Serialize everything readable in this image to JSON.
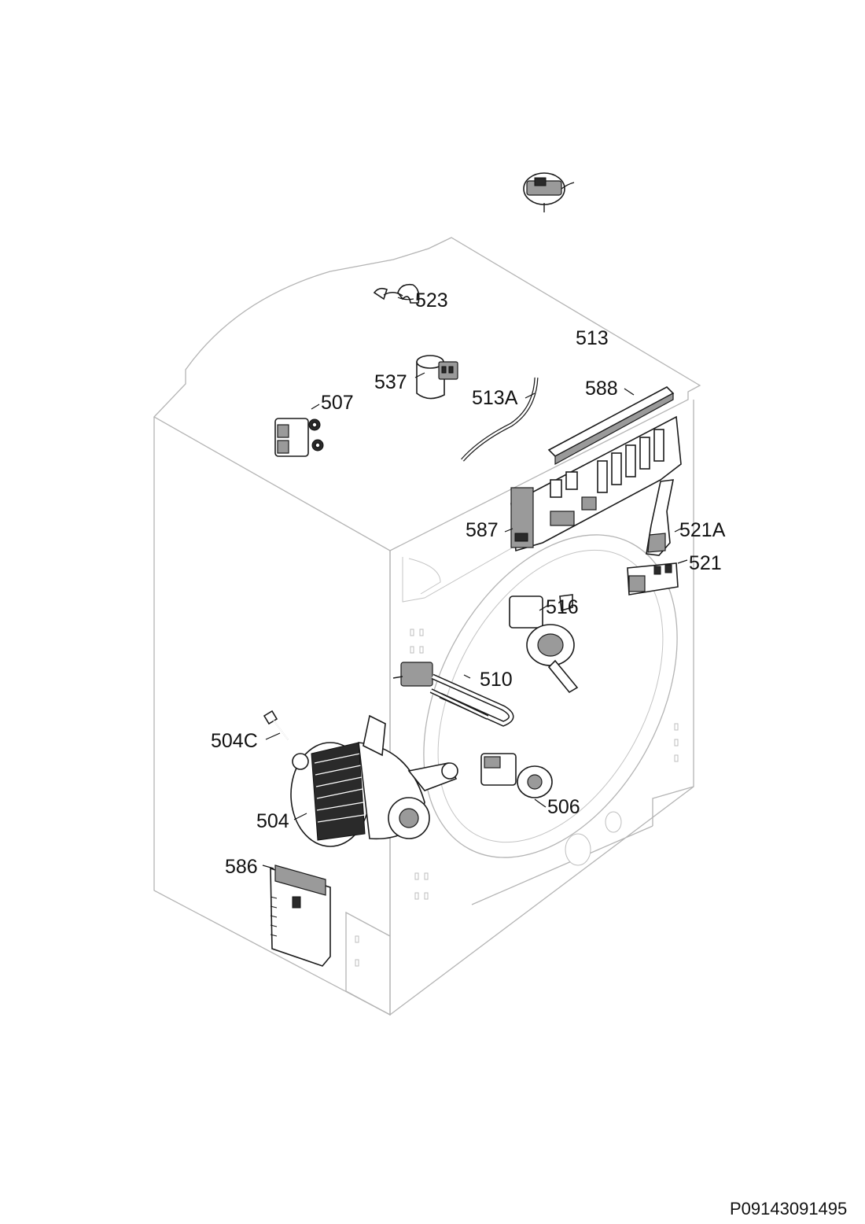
{
  "diagram": {
    "reference_code": "P09143091495",
    "parts": [
      {
        "id": "523",
        "label": "523"
      },
      {
        "id": "513",
        "label": "513"
      },
      {
        "id": "537",
        "label": "537"
      },
      {
        "id": "513a",
        "label": "513A"
      },
      {
        "id": "588",
        "label": "588"
      },
      {
        "id": "507",
        "label": "507"
      },
      {
        "id": "587",
        "label": "587"
      },
      {
        "id": "521a",
        "label": "521A"
      },
      {
        "id": "521",
        "label": "521"
      },
      {
        "id": "516",
        "label": "516"
      },
      {
        "id": "510",
        "label": "510"
      },
      {
        "id": "504c",
        "label": "504C"
      },
      {
        "id": "506",
        "label": "506"
      },
      {
        "id": "504",
        "label": "504"
      },
      {
        "id": "586",
        "label": "586"
      }
    ]
  }
}
